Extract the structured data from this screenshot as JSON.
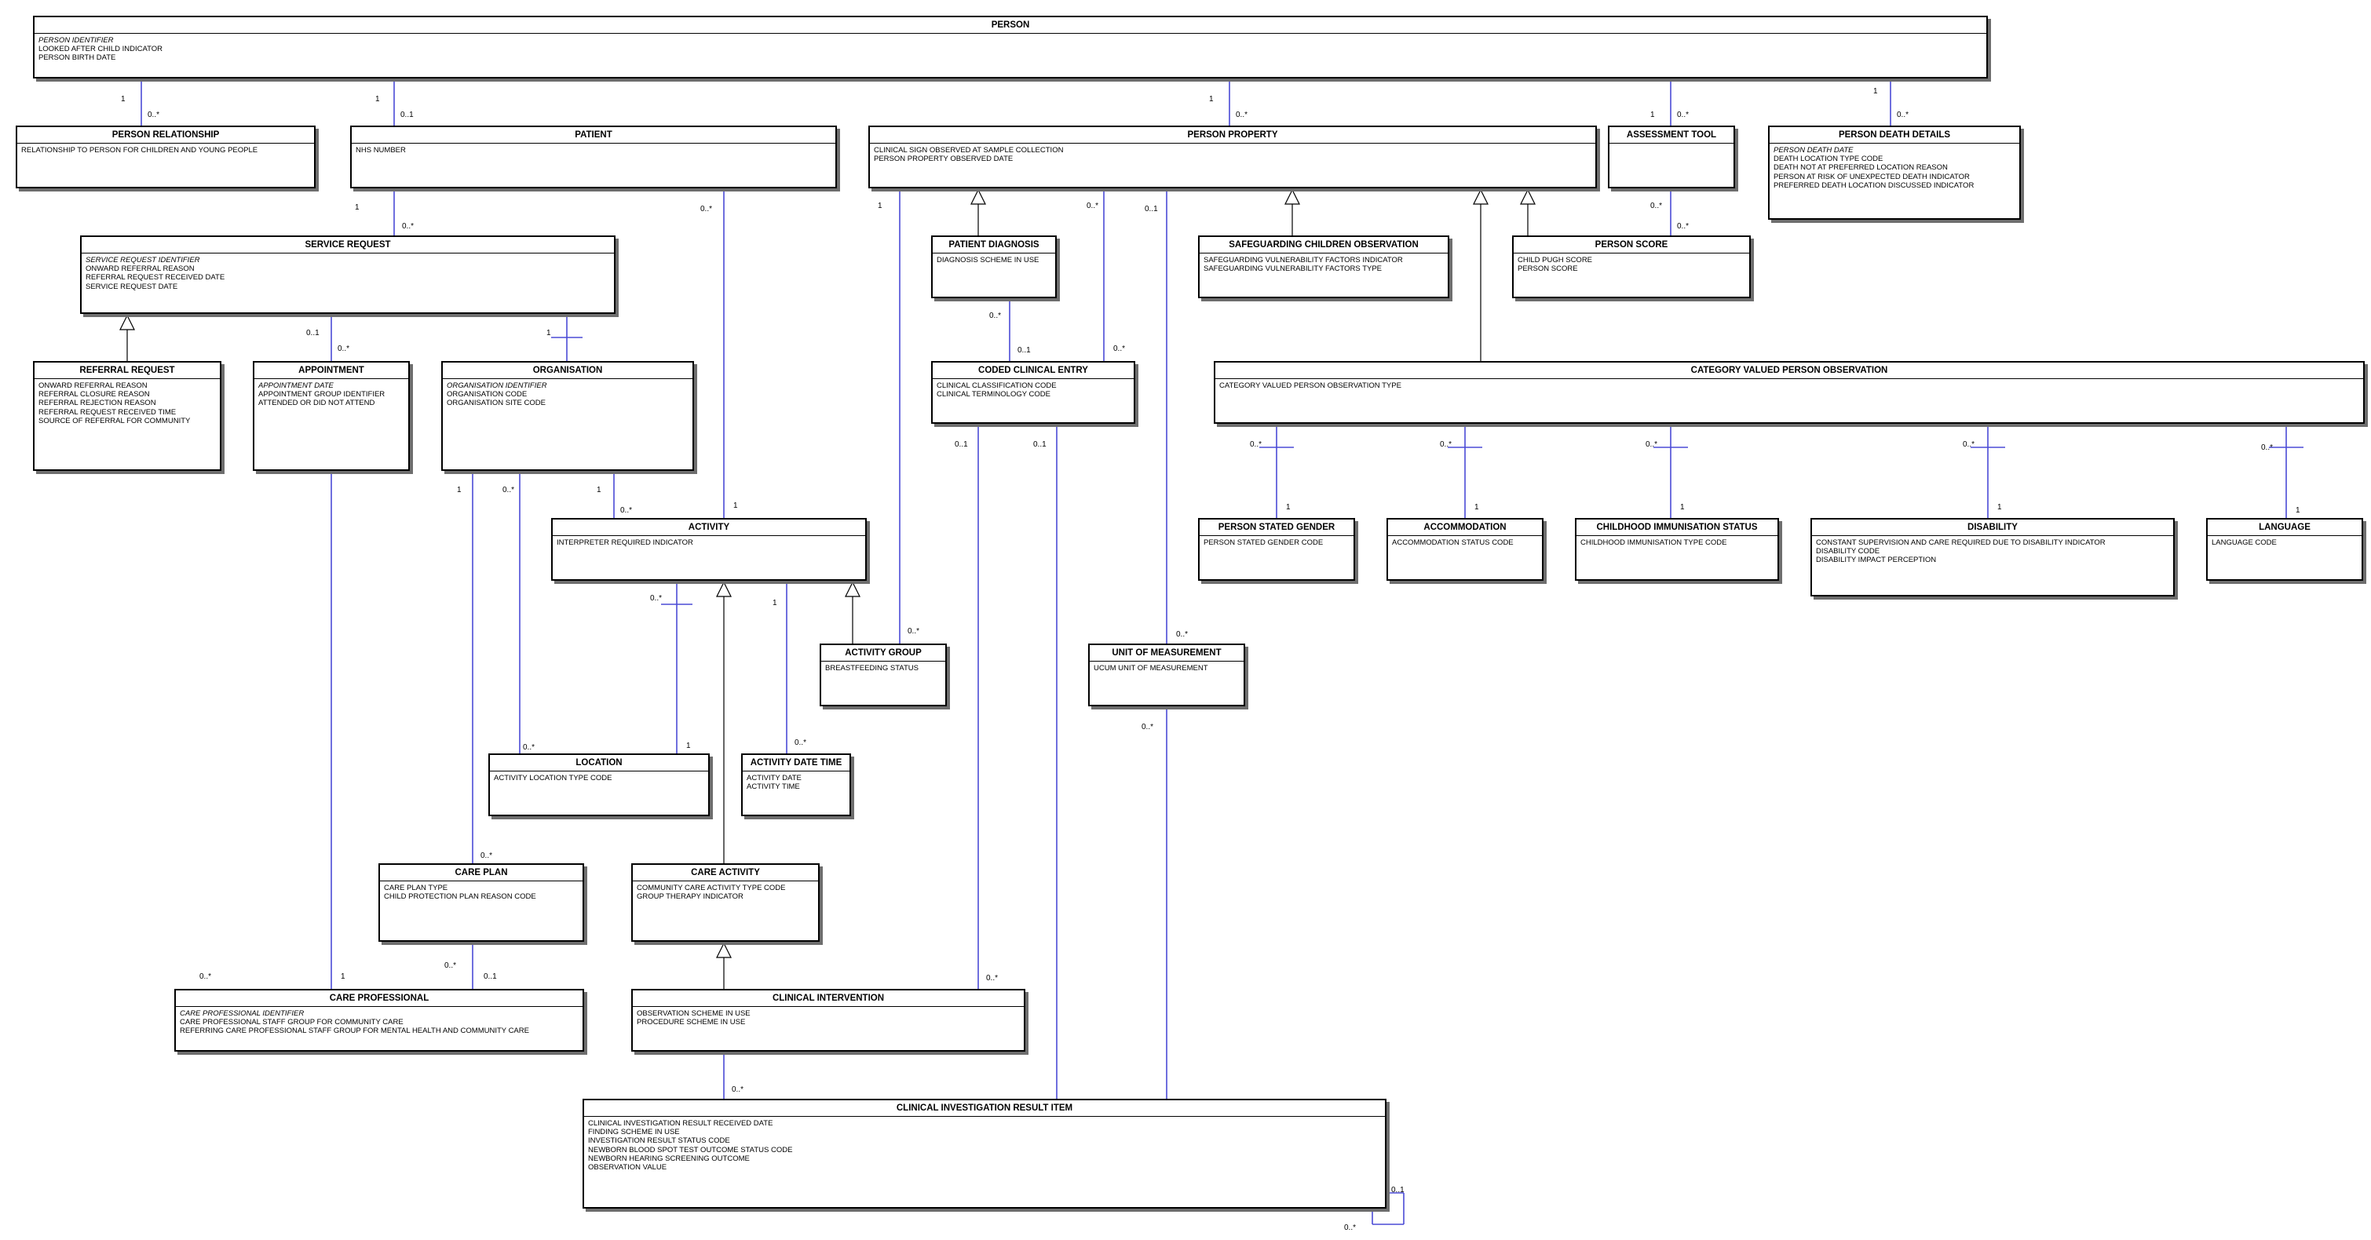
{
  "entities": {
    "person": {
      "title": "PERSON",
      "attrs": [
        {
          "text": "PERSON IDENTIFIER",
          "id": true
        },
        {
          "text": "LOOKED AFTER CHILD INDICATOR"
        },
        {
          "text": "PERSON BIRTH DATE"
        }
      ]
    },
    "person_relationship": {
      "title": "PERSON RELATIONSHIP",
      "attrs": [
        {
          "text": "RELATIONSHIP TO PERSON FOR CHILDREN AND YOUNG PEOPLE"
        }
      ]
    },
    "patient": {
      "title": "PATIENT",
      "attrs": [
        {
          "text": "NHS NUMBER"
        }
      ]
    },
    "person_property": {
      "title": "PERSON PROPERTY",
      "attrs": [
        {
          "text": "CLINICAL SIGN OBSERVED AT SAMPLE COLLECTION"
        },
        {
          "text": "PERSON PROPERTY OBSERVED DATE"
        }
      ]
    },
    "assessment_tool": {
      "title": "ASSESSMENT TOOL",
      "attrs": []
    },
    "person_death_details": {
      "title": "PERSON DEATH DETAILS",
      "attrs": [
        {
          "text": "PERSON DEATH DATE",
          "id": true
        },
        {
          "text": "DEATH LOCATION TYPE CODE"
        },
        {
          "text": "DEATH NOT AT PREFERRED LOCATION REASON"
        },
        {
          "text": "PERSON AT RISK OF UNEXPECTED DEATH INDICATOR"
        },
        {
          "text": "PREFERRED DEATH LOCATION DISCUSSED INDICATOR"
        }
      ]
    },
    "service_request": {
      "title": "SERVICE REQUEST",
      "attrs": [
        {
          "text": "SERVICE REQUEST IDENTIFIER",
          "id": true
        },
        {
          "text": "ONWARD REFERRAL REASON"
        },
        {
          "text": "REFERRAL REQUEST RECEIVED DATE"
        },
        {
          "text": "SERVICE REQUEST DATE"
        }
      ]
    },
    "patient_diagnosis": {
      "title": "PATIENT DIAGNOSIS",
      "attrs": [
        {
          "text": "DIAGNOSIS SCHEME IN USE"
        }
      ]
    },
    "safeguarding": {
      "title": "SAFEGUARDING CHILDREN OBSERVATION",
      "attrs": [
        {
          "text": "SAFEGUARDING VULNERABILITY FACTORS INDICATOR"
        },
        {
          "text": "SAFEGUARDING VULNERABILITY FACTORS TYPE"
        }
      ]
    },
    "person_score": {
      "title": "PERSON SCORE",
      "attrs": [
        {
          "text": "CHILD PUGH SCORE"
        },
        {
          "text": "PERSON SCORE"
        }
      ]
    },
    "referral_request": {
      "title": "REFERRAL REQUEST",
      "attrs": [
        {
          "text": "ONWARD REFERRAL REASON"
        },
        {
          "text": "REFERRAL CLOSURE REASON"
        },
        {
          "text": "REFERRAL REJECTION REASON"
        },
        {
          "text": "REFERRAL REQUEST RECEIVED TIME"
        },
        {
          "text": "SOURCE OF REFERRAL FOR COMMUNITY"
        }
      ]
    },
    "appointment": {
      "title": "APPOINTMENT",
      "attrs": [
        {
          "text": "APPOINTMENT DATE",
          "id": true
        },
        {
          "text": "APPOINTMENT GROUP IDENTIFIER"
        },
        {
          "text": "ATTENDED OR DID NOT ATTEND"
        }
      ]
    },
    "organisation": {
      "title": "ORGANISATION",
      "attrs": [
        {
          "text": "ORGANISATION IDENTIFIER",
          "id": true
        },
        {
          "text": "ORGANISATION CODE"
        },
        {
          "text": "ORGANISATION SITE CODE"
        }
      ]
    },
    "coded_clinical_entry": {
      "title": "CODED CLINICAL ENTRY",
      "attrs": [
        {
          "text": "CLINICAL CLASSIFICATION CODE"
        },
        {
          "text": "CLINICAL TERMINOLOGY CODE"
        }
      ]
    },
    "category_valued": {
      "title": "CATEGORY VALUED PERSON OBSERVATION",
      "attrs": [
        {
          "text": "CATEGORY VALUED PERSON OBSERVATION TYPE"
        }
      ]
    },
    "activity": {
      "title": "ACTIVITY",
      "attrs": [
        {
          "text": "INTERPRETER REQUIRED INDICATOR"
        }
      ]
    },
    "person_stated_gender": {
      "title": "PERSON STATED GENDER",
      "attrs": [
        {
          "text": "PERSON STATED GENDER CODE"
        }
      ]
    },
    "accommodation": {
      "title": "ACCOMMODATION",
      "attrs": [
        {
          "text": "ACCOMMODATION STATUS CODE"
        }
      ]
    },
    "childhood_imm": {
      "title": "CHILDHOOD IMMUNISATION STATUS",
      "attrs": [
        {
          "text": "CHILDHOOD IMMUNISATION TYPE CODE"
        }
      ]
    },
    "disability": {
      "title": "DISABILITY",
      "attrs": [
        {
          "text": "CONSTANT SUPERVISION AND CARE REQUIRED DUE TO DISABILITY INDICATOR"
        },
        {
          "text": "DISABILITY CODE"
        },
        {
          "text": "DISABILITY IMPACT PERCEPTION"
        }
      ]
    },
    "language": {
      "title": "LANGUAGE",
      "attrs": [
        {
          "text": "LANGUAGE CODE"
        }
      ]
    },
    "activity_group": {
      "title": "ACTIVITY GROUP",
      "attrs": [
        {
          "text": "BREASTFEEDING STATUS"
        }
      ]
    },
    "unit_of_measurement": {
      "title": "UNIT OF MEASUREMENT",
      "attrs": [
        {
          "text": "UCUM UNIT OF MEASUREMENT"
        }
      ]
    },
    "location": {
      "title": "LOCATION",
      "attrs": [
        {
          "text": "ACTIVITY LOCATION TYPE CODE"
        }
      ]
    },
    "activity_date_time": {
      "title": "ACTIVITY DATE TIME",
      "attrs": [
        {
          "text": "ACTIVITY DATE"
        },
        {
          "text": "ACTIVITY TIME"
        }
      ]
    },
    "care_plan": {
      "title": "CARE PLAN",
      "attrs": [
        {
          "text": "CARE PLAN TYPE"
        },
        {
          "text": "CHILD PROTECTION PLAN REASON CODE"
        }
      ]
    },
    "care_activity": {
      "title": "CARE ACTIVITY",
      "attrs": [
        {
          "text": "COMMUNITY CARE ACTIVITY TYPE CODE"
        },
        {
          "text": "GROUP THERAPY INDICATOR"
        }
      ]
    },
    "care_professional": {
      "title": "CARE PROFESSIONAL",
      "attrs": [
        {
          "text": "CARE PROFESSIONAL IDENTIFIER",
          "id": true
        },
        {
          "text": "CARE PROFESSIONAL STAFF GROUP FOR COMMUNITY CARE"
        },
        {
          "text": "REFERRING CARE PROFESSIONAL STAFF GROUP FOR MENTAL HEALTH AND COMMUNITY CARE"
        }
      ]
    },
    "clinical_intervention": {
      "title": "CLINICAL INTERVENTION",
      "attrs": [
        {
          "text": "OBSERVATION SCHEME IN USE"
        },
        {
          "text": "PROCEDURE SCHEME IN USE"
        }
      ]
    },
    "clinical_investigation": {
      "title": "CLINICAL INVESTIGATION RESULT ITEM",
      "attrs": [
        {
          "text": "CLINICAL INVESTIGATION RESULT RECEIVED DATE"
        },
        {
          "text": "FINDING SCHEME IN USE"
        },
        {
          "text": "INVESTIGATION RESULT STATUS CODE"
        },
        {
          "text": "NEWBORN BLOOD SPOT TEST OUTCOME STATUS CODE"
        },
        {
          "text": "NEWBORN HEARING SCREENING OUTCOME"
        },
        {
          "text": "OBSERVATION VALUE"
        }
      ]
    }
  },
  "multiplicities": {
    "m1": "1",
    "m2": "0..*",
    "m3": "1",
    "m4": "0..1",
    "m5": "1",
    "m6": "0..*",
    "m7": "1",
    "m8": "0..*",
    "m9": "1",
    "m10": "0..*",
    "m11": "1",
    "m12": "0..*",
    "m13": "0..*",
    "m14": "0..*",
    "m15": "1",
    "m16": "0..1",
    "m17": "0..*",
    "m18": "0..*",
    "m19": "1",
    "m20": "0..1",
    "m21": "0..*",
    "m22": "0..*",
    "m23": "0..1",
    "m24": "0..*",
    "m25": "0..1",
    "m26": "0..1",
    "m27": "0..*",
    "m28": "1",
    "m29": "0..*",
    "m30": "1",
    "m31": "0..*",
    "m32": "1",
    "m33": "0..*",
    "m34": "1",
    "m35": "0..*",
    "m36": "1",
    "m37": "1",
    "m38": "0..*",
    "m39": "1",
    "m40": "0..*",
    "m41": "1",
    "m42": "0..*",
    "m43": "0..*",
    "m44": "1",
    "m45": "0..*",
    "m46": "1",
    "m47": "0..*",
    "m48": "0..*",
    "m49": "0..*",
    "m50": "0..*",
    "m51": "0..*",
    "m52": "0..1",
    "m53": "1",
    "m54": "0..*",
    "m55": "0..*",
    "m56": "0..*",
    "m57": "0..1",
    "m58": "0..*"
  },
  "colors": {
    "line": "#4b4bd6",
    "border": "#000000",
    "shadow": "#6e6e6e"
  }
}
